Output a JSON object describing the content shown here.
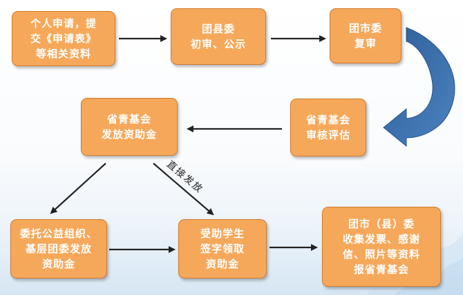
{
  "nodes": {
    "apply": [
      "个人申请，提",
      "交《申请表》",
      "等相关资料"
    ],
    "county": [
      "团县委",
      "初审、公示"
    ],
    "city": [
      "团市委",
      "复审"
    ],
    "province_review": [
      "省青基会",
      "审核评估"
    ],
    "province_issue": [
      "省青基会",
      "发放资助金"
    ],
    "entrust": [
      "委托公益组织、",
      "基层团委发放",
      "资助金"
    ],
    "student": [
      "受助学生",
      "签字领取",
      "资助金"
    ],
    "collect": [
      "团市（县）委",
      "收集发票、感谢",
      "信、照片等资料",
      "报省青基会"
    ]
  },
  "edge_labels": {
    "direct": "直接发放"
  },
  "colors": {
    "box_fill": "#f6a85a",
    "box_border": "#cf7a2c",
    "arrow": "#222222",
    "curved_arrow": "#3a6ea8"
  }
}
